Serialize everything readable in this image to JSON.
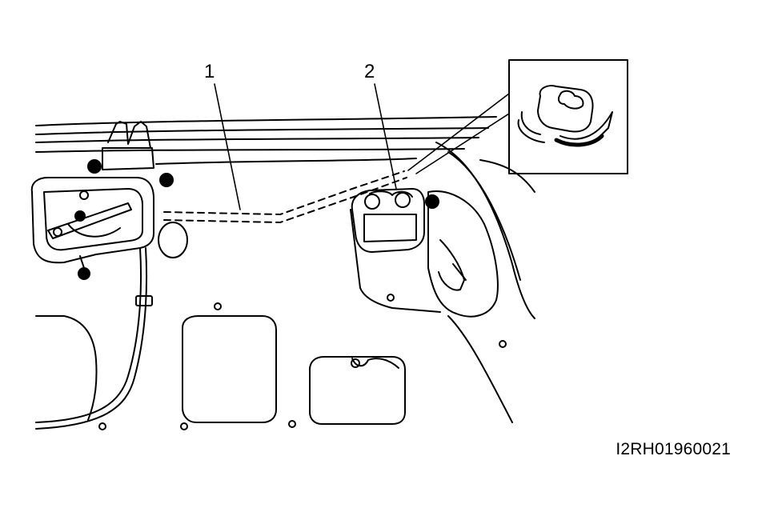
{
  "callouts": [
    {
      "number": "1"
    },
    {
      "number": "2"
    }
  ],
  "figure_id": "I2RH01960021",
  "colors": {
    "line": "#000000",
    "background": "#ffffff"
  }
}
